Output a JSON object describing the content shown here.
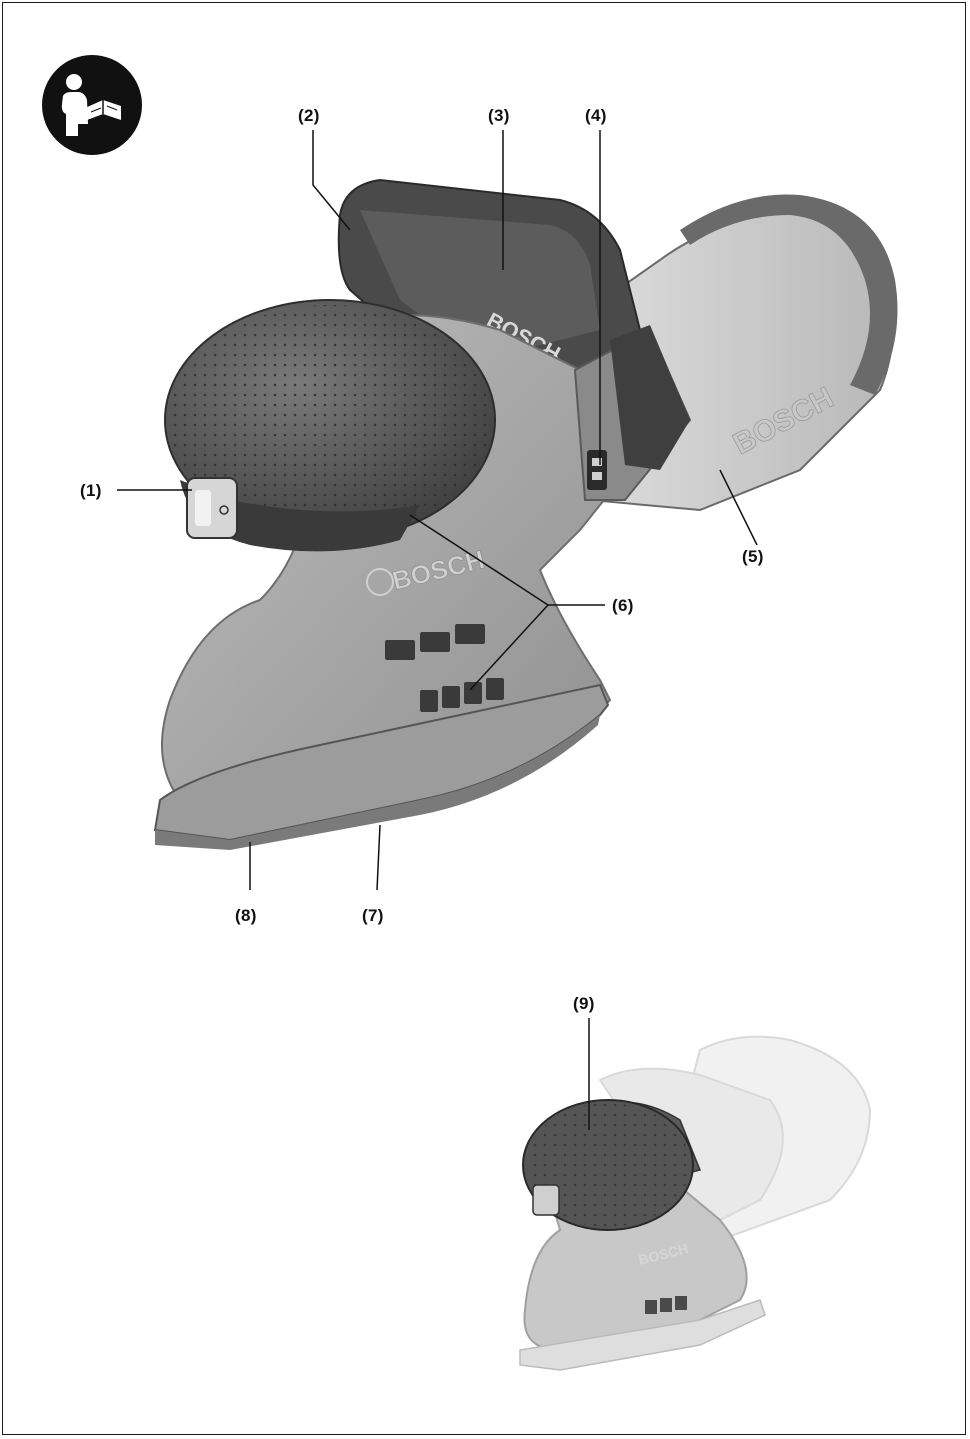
{
  "page": {
    "manual_icon": "read-manual-icon",
    "brand": "BOSCH"
  },
  "callouts": {
    "c1": "(1)",
    "c2": "(2)",
    "c3": "(3)",
    "c4": "(4)",
    "c5": "(5)",
    "c6": "(6)",
    "c7": "(7)",
    "c8": "(8)",
    "c9": "(9)"
  },
  "colors": {
    "outline": "#1a1a1a",
    "body_gray": "#a9a9a9",
    "dark_gray": "#5a5a5a",
    "light_gray": "#d3d3d3"
  }
}
